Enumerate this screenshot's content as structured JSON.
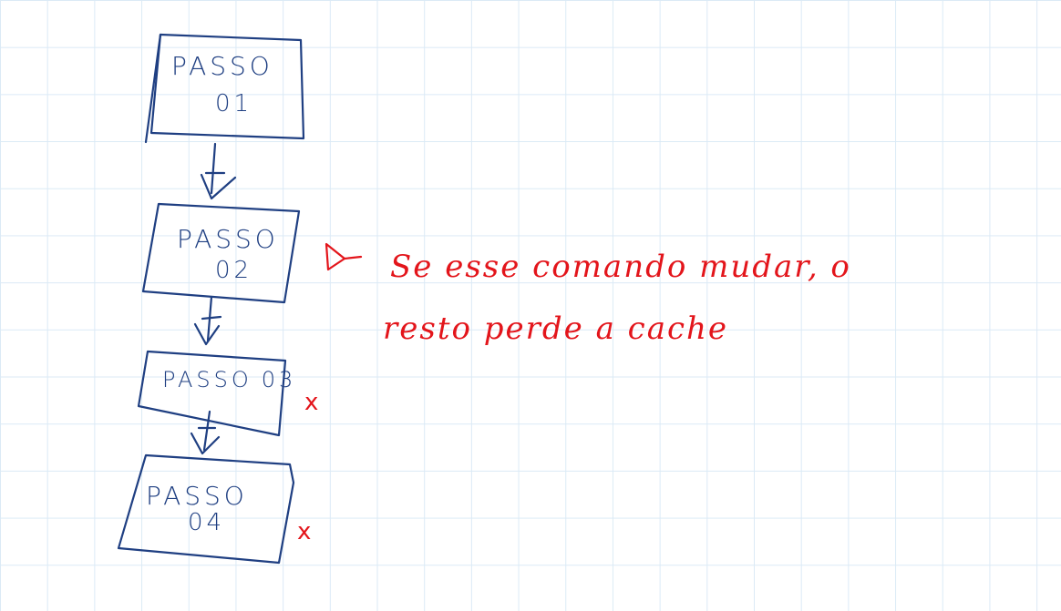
{
  "steps": [
    {
      "word": "PASSO",
      "num": "01"
    },
    {
      "word": "PASSO",
      "num": "02"
    },
    {
      "word": "PASSO",
      "num": "03"
    },
    {
      "word": "PASSO",
      "num": "04"
    }
  ],
  "annotation": {
    "line1": "Se esse comando mudar, o",
    "line2": "resto perde a cache"
  },
  "marks": {
    "step3": "x",
    "step4": "x"
  },
  "colors": {
    "blue_ink": "#1f3f82",
    "red_ink": "#e3151b",
    "grid": "#dbeaf6"
  }
}
